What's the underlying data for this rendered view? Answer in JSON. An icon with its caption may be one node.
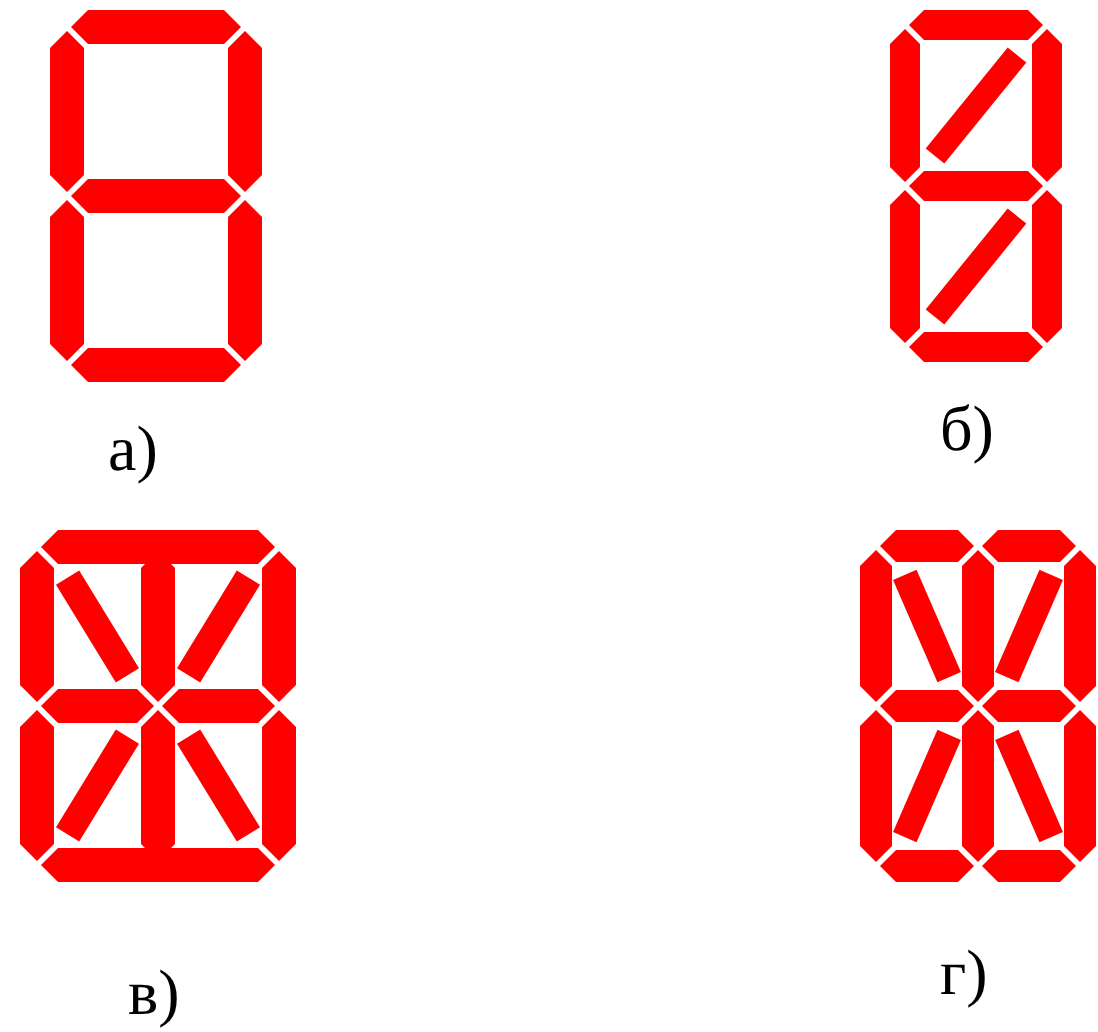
{
  "diagram": {
    "labels": [
      "а)",
      "б)",
      "в)",
      "г)"
    ]
  }
}
